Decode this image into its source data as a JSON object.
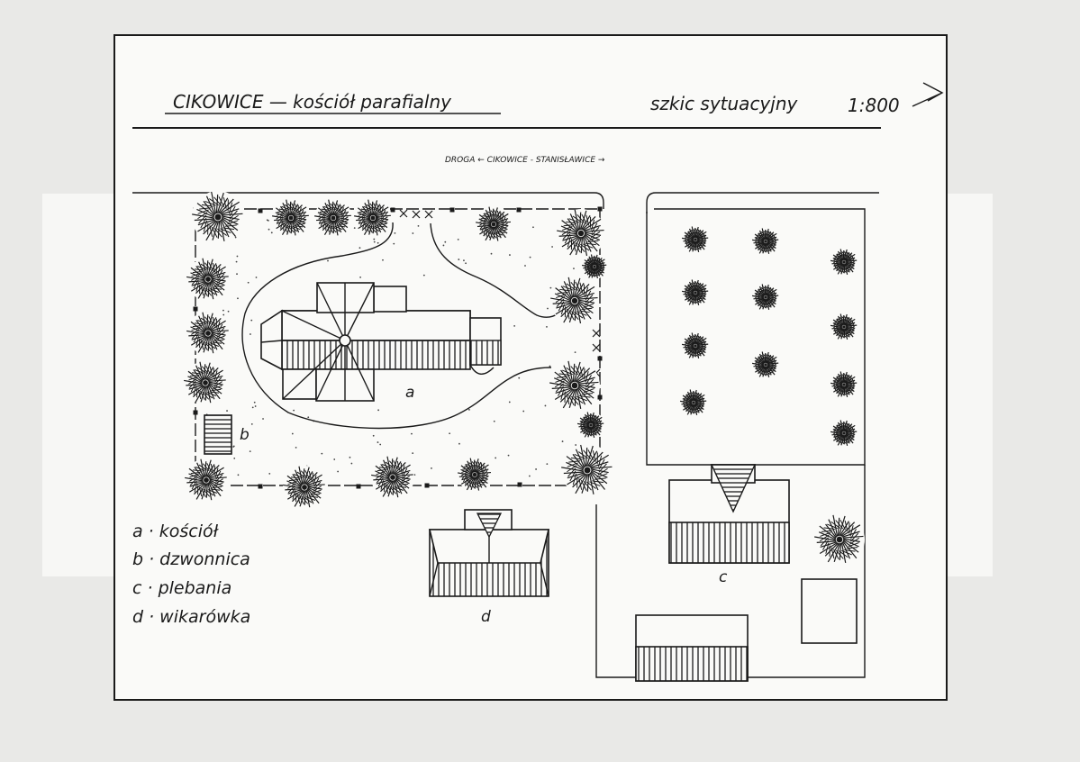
{
  "header": {
    "title": "CIKOWICE — kościół parafialny",
    "subtitle": "szkic sytuacyjny",
    "scale": "1:800"
  },
  "road_label": "DROGA  ← CIKOWICE - STANISŁAWICE →",
  "site_labels": {
    "a": "a",
    "b": "b",
    "c": "c",
    "d": "d"
  },
  "legend": [
    {
      "key": "a",
      "label": "a · kościół"
    },
    {
      "key": "b",
      "label": "b · dzwonnica"
    },
    {
      "key": "c",
      "label": "c · plebania"
    },
    {
      "key": "d",
      "label": "d · wikarówka"
    }
  ],
  "colors": {
    "ink": "#1a1a1a",
    "paper": "#fafaf8",
    "backdrop": "#e9e9e7"
  },
  "icons": {
    "north": "north-arrow-icon",
    "tree": "tree-icon"
  }
}
